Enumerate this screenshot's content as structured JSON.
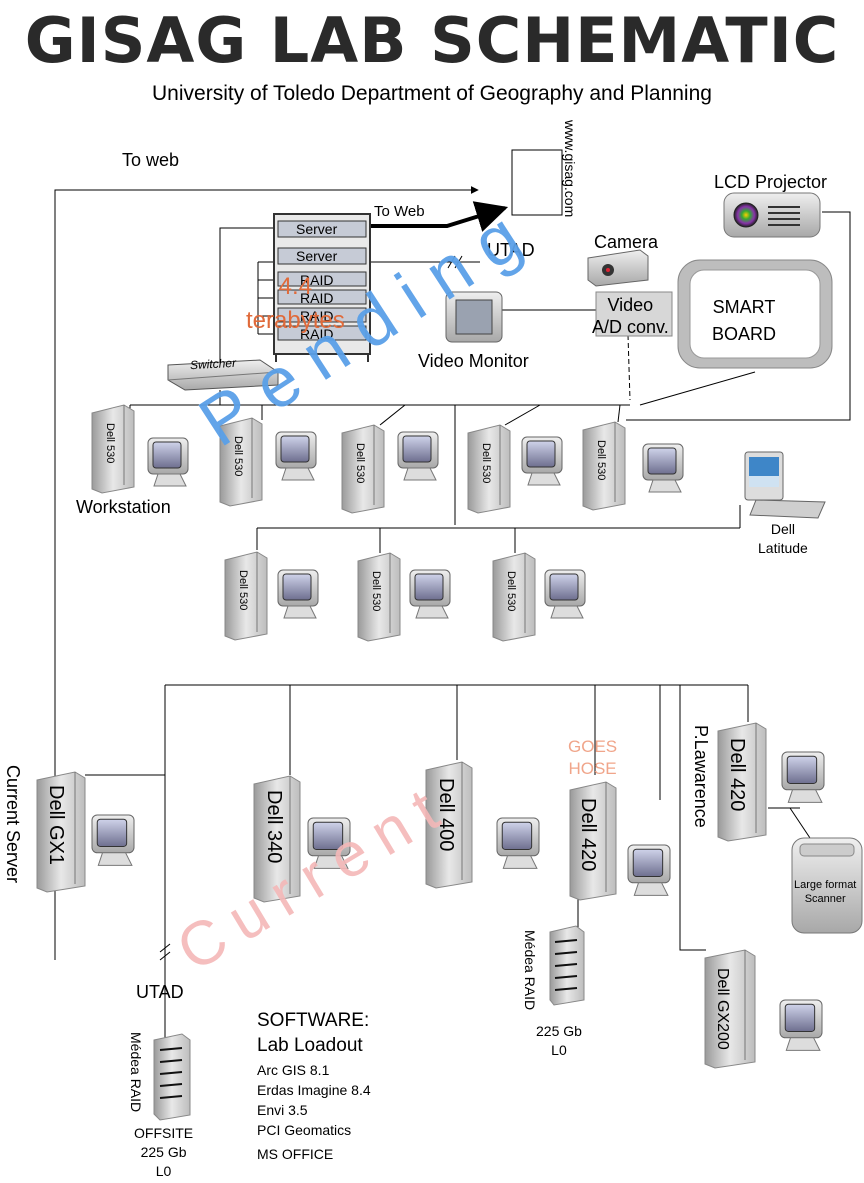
{
  "header": {
    "title": "GISAG LAB SCHEMATIC",
    "subtitle": "University of Toledo Department of Geography and Planning"
  },
  "labels": {
    "to_web_top": "To web",
    "website": "www.gisag.com",
    "to_web_rack": "To Web",
    "utad_top": "UTAD",
    "camera": "Camera",
    "lcd_projector": "LCD Projector",
    "video_ad": "Video\nA/D conv.",
    "video_monitor": "Video Monitor",
    "smart_board": "SMART\nBOARD",
    "switcher": "Switcher",
    "workstation": "Workstation",
    "dell_latitude": "Dell\nLatitude",
    "storage_amount": "4.4\nterabytes",
    "current_server": "Current Server",
    "utad_bottom": "UTAD",
    "goes_hose": "GOES\nHOSE",
    "p_lawarence": "P.Lawarence",
    "large_format_scanner": "Large format\nScanner",
    "watermark_pending": "Pending",
    "watermark_current": "Current"
  },
  "rack": [
    "Server",
    "Server",
    "RAID",
    "RAID",
    "RAID",
    "RAID"
  ],
  "pending_workstations": [
    "Dell 530",
    "Dell 530",
    "Dell 530",
    "Dell 530",
    "Dell 530",
    "Dell 530",
    "Dell 530",
    "Dell 530"
  ],
  "current_machines": {
    "server": "Dell GX1",
    "m1": "Dell 340",
    "m2": "Dell 400",
    "m3": "Dell 420",
    "m4": "Dell 420",
    "m5": "Dell GX200"
  },
  "raid_left": {
    "name": "Médea RAID",
    "caption": "OFFSITE\n225 Gb\nL0"
  },
  "raid_mid": {
    "name": "Médea RAID",
    "caption": "225 Gb\nL0"
  },
  "software": {
    "heading": "SOFTWARE:",
    "subheading": "Lab Loadout",
    "items": [
      "Arc GIS 8.1",
      "Erdas Imagine 8.4",
      "Envi 3.5",
      "PCI Geomatics",
      "MS OFFICE"
    ]
  }
}
